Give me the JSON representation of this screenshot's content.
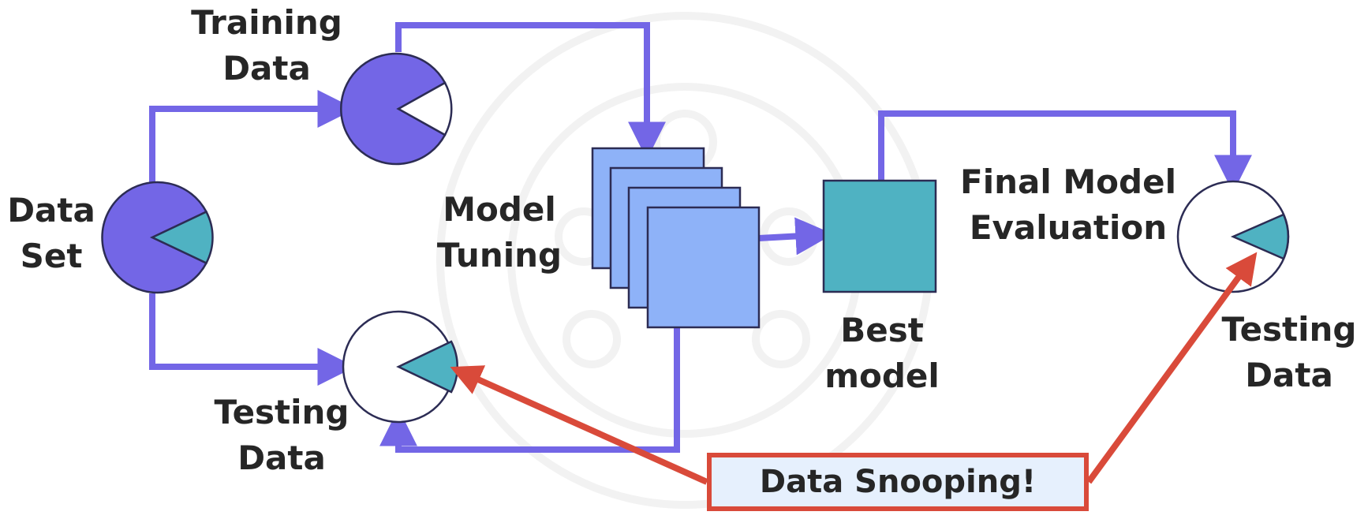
{
  "labels": {
    "data_set": [
      "Data",
      "Set"
    ],
    "training_data": [
      "Training",
      "Data"
    ],
    "testing_data_left": [
      "Testing",
      "Data"
    ],
    "model_tuning": [
      "Model",
      "Tuning"
    ],
    "best_model": [
      "Best",
      "model"
    ],
    "final_eval": [
      "Final Model",
      "Evaluation"
    ],
    "testing_data_right": [
      "Testing",
      "Data"
    ],
    "snooping": "Data Snooping!"
  },
  "colors": {
    "purple": "#7366e6",
    "teal": "#4fb2c2",
    "light_blue": "#8eb2f8",
    "red": "#d94a3a",
    "outline": "#2c2c54",
    "watermark": "#f2f2f2"
  }
}
